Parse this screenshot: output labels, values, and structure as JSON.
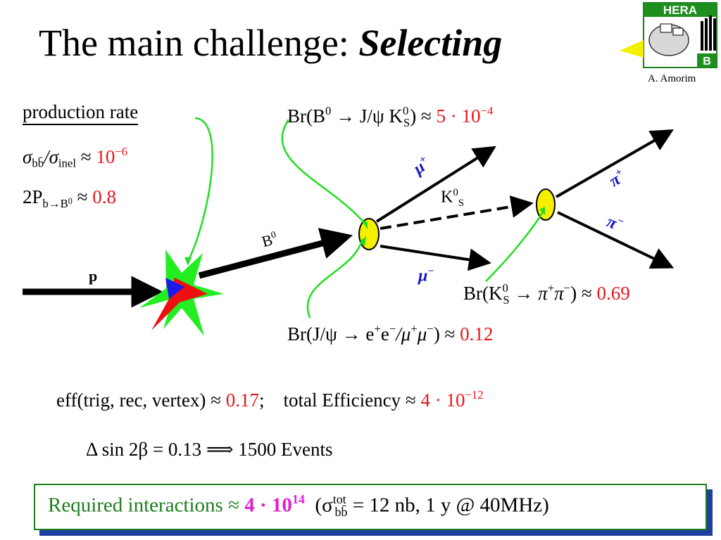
{
  "slide": {
    "title_plain": "The main challenge: ",
    "title_emph": "Selecting",
    "author": "A. Amorim",
    "logo": {
      "top_text": "HERA",
      "bottom_text": "B"
    }
  },
  "left_panel": {
    "heading": "production rate",
    "sigma_line": {
      "lhs": "σ",
      "sub1": "bb̄",
      "mid": "/σ",
      "sub2": "inel",
      "op": " ≈ ",
      "value": "10",
      "exp": "−6"
    },
    "prob_line": {
      "lhs": "2P",
      "sub": "b→B",
      "subsup": "0",
      "op": " ≈ ",
      "value": "0.8"
    }
  },
  "diagram_labels": {
    "proton": "p",
    "b0": "B",
    "b0_sup": "0",
    "mu_plus": "μ",
    "mu_plus_sup": "+",
    "mu_minus": "μ",
    "mu_minus_sup": "−",
    "ks": "K",
    "ks_sup": "0",
    "ks_sub": "S",
    "pi_plus": "π",
    "pi_plus_sup": "+",
    "pi_minus": "π",
    "pi_minus_sup": "−"
  },
  "branching": {
    "b0_decay": {
      "lhs": "Br(B",
      "sup0": "0",
      "mid": " → J/ψ K",
      "ks_sup": "0",
      "ks_sub": "S",
      "close": ") ≈ ",
      "value": "5 · 10",
      "exp": "−4"
    },
    "ks_decay": {
      "lhs": "Br(K",
      "sup0": "0",
      "sub": "S",
      "mid": " → π",
      "p1": "+",
      "pi2": "π",
      "p2": "−",
      "close": ") ≈ ",
      "value": "0.69"
    },
    "jpsi_decay": {
      "lhs": "Br(J/ψ → e",
      "e1": "+",
      "e2mid": "e",
      "e2": "−",
      "slash": "/μ",
      "m1": "+",
      "mu2": "μ",
      "m2": "−",
      "close": ") ≈ ",
      "value": "0.12"
    }
  },
  "efficiency": {
    "lhs": "eff(trig, rec, vertex) ≈ ",
    "value": "0.17",
    "sep": ";    total Efficiency ≈ ",
    "total": "4 · 10",
    "total_exp": "−12"
  },
  "events": {
    "text": "Δ sin 2β = 0.13 ⟹ 1500 Events"
  },
  "required": {
    "label": "Required interactions ≈ ",
    "value": "4 · 10",
    "exp": "14",
    "paren_open": "  (σ",
    "sig_sup": "tot",
    "sig_sub": "bb̄",
    "rest": " = 12 nb, 1 y @ 40MHz)"
  },
  "colors": {
    "highlight": "#e8161b",
    "box_border": "#1e7d1e",
    "box_shadow": "#1f3fa0",
    "curve": "#22dd22",
    "vertex": "#f5f000"
  }
}
